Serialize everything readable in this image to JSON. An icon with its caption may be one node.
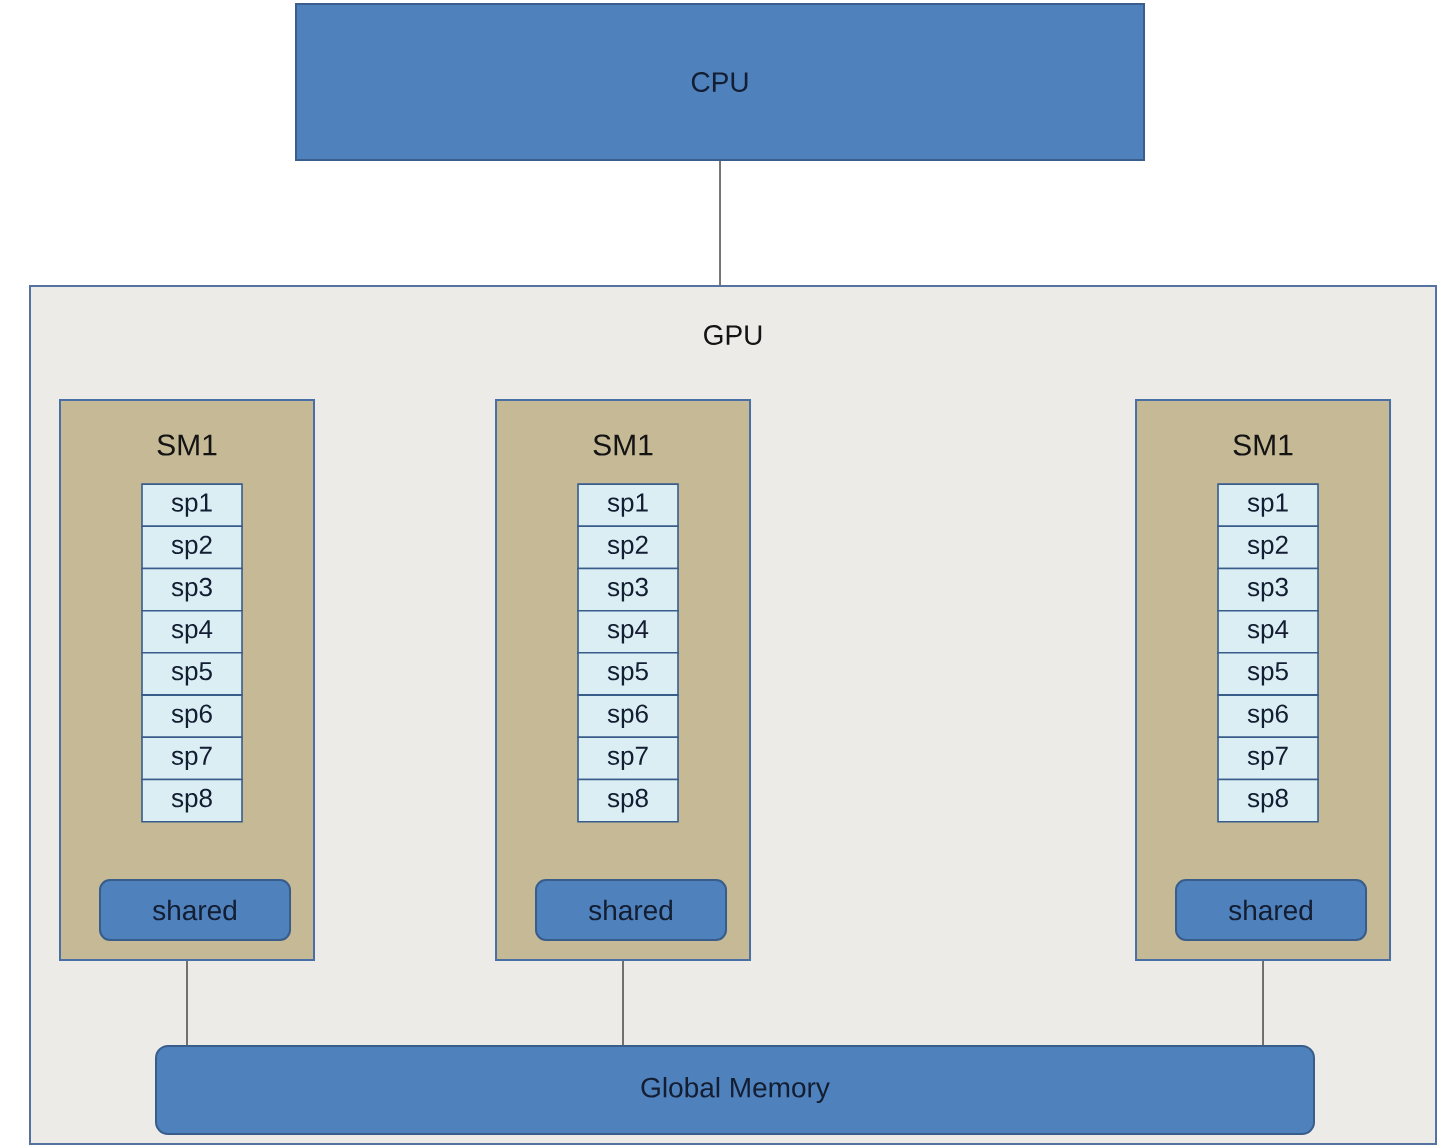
{
  "diagram": {
    "nodes": [
      {
        "text": [
          "CPU"
        ]
      },
      {
        "text": [
          "GPU"
        ]
      },
      {
        "text": [
          "SM1"
        ],
        "in": 1
      },
      {
        "text": [
          "sp1"
        ],
        "in": 2
      },
      {
        "text": [
          "sp2"
        ],
        "in": 2
      },
      {
        "text": [
          "sp3"
        ],
        "in": 2
      },
      {
        "text": [
          "sp4"
        ],
        "in": 2
      },
      {
        "text": [
          "sp5"
        ],
        "in": 2
      },
      {
        "text": [
          "sp6"
        ],
        "in": 2
      },
      {
        "text": [
          "sp7"
        ],
        "in": 2
      },
      {
        "text": [
          "sp8"
        ],
        "in": 2
      },
      {
        "text": [
          "shared"
        ],
        "in": 2
      },
      {
        "text": [
          "SM1"
        ],
        "in": 1
      },
      {
        "text": [
          "sp1"
        ],
        "in": 12
      },
      {
        "text": [
          "sp2"
        ],
        "in": 12
      },
      {
        "text": [
          "sp3"
        ],
        "in": 12
      },
      {
        "text": [
          "sp4"
        ],
        "in": 12
      },
      {
        "text": [
          "sp5"
        ],
        "in": 12
      },
      {
        "text": [
          "sp6"
        ],
        "in": 12
      },
      {
        "text": [
          "sp7"
        ],
        "in": 12
      },
      {
        "text": [
          "sp8"
        ],
        "in": 12
      },
      {
        "text": [
          "shared"
        ],
        "in": 12
      },
      {
        "text": [
          "SM1"
        ],
        "in": 1
      },
      {
        "text": [
          "sp1"
        ],
        "in": 22
      },
      {
        "text": [
          "sp2"
        ],
        "in": 22
      },
      {
        "text": [
          "sp3"
        ],
        "in": 22
      },
      {
        "text": [
          "sp4"
        ],
        "in": 22
      },
      {
        "text": [
          "sp5"
        ],
        "in": 22
      },
      {
        "text": [
          "sp6"
        ],
        "in": 22
      },
      {
        "text": [
          "sp7"
        ],
        "in": 22
      },
      {
        "text": [
          "sp8"
        ],
        "in": 22
      },
      {
        "text": [
          "shared"
        ],
        "in": 22
      },
      {
        "text": [
          "Global Memory"
        ],
        "in": 1
      }
    ],
    "edges": [
      {
        "from": 0,
        "to": 1,
        "arrow": "none"
      },
      {
        "from": 2,
        "to": 32,
        "arrow": "none"
      },
      {
        "from": 12,
        "to": 32,
        "arrow": "none"
      },
      {
        "from": 22,
        "to": 32,
        "arrow": "none"
      }
    ]
  }
}
